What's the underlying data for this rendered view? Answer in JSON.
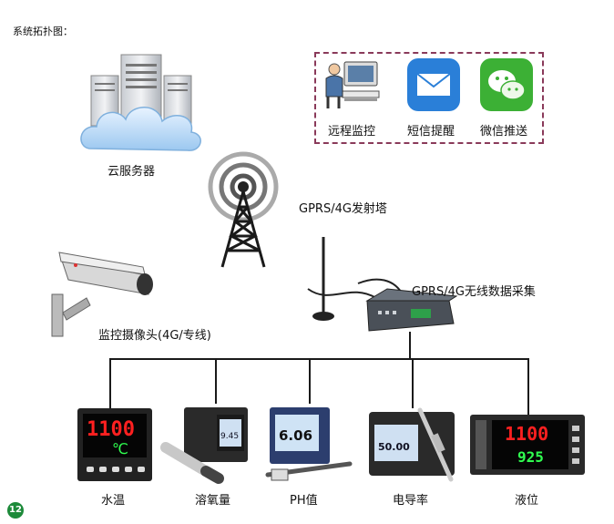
{
  "title": "系统拓扑图：",
  "apps": {
    "remote_monitor": "远程监控",
    "sms_alert": "短信提醒",
    "wechat_push": "微信推送"
  },
  "cloud_server": "云服务器",
  "tower": "GPRS/4G发射塔",
  "collector": "GPRS/4G无线数据采集",
  "camera": "监控摄像头(4G/专线)",
  "sensors": {
    "water_temp": {
      "label": "水温",
      "reading_top": "1100",
      "reading_bottom": "℃"
    },
    "dissolved_oxygen": {
      "label": "溶氧量",
      "reading": "9.45"
    },
    "ph": {
      "label": "PH值",
      "reading": "6.06"
    },
    "conductivity": {
      "label": "电导率",
      "reading": "50.00"
    },
    "level": {
      "label": "液位",
      "reading_top": "1100",
      "reading_bottom": "925"
    }
  },
  "page_number": "12",
  "colors": {
    "frame": "#8a3a5a",
    "accent_green": "#1d8a3a",
    "mail_blue": "#2a7fd8",
    "wechat_green": "#3cb035"
  }
}
